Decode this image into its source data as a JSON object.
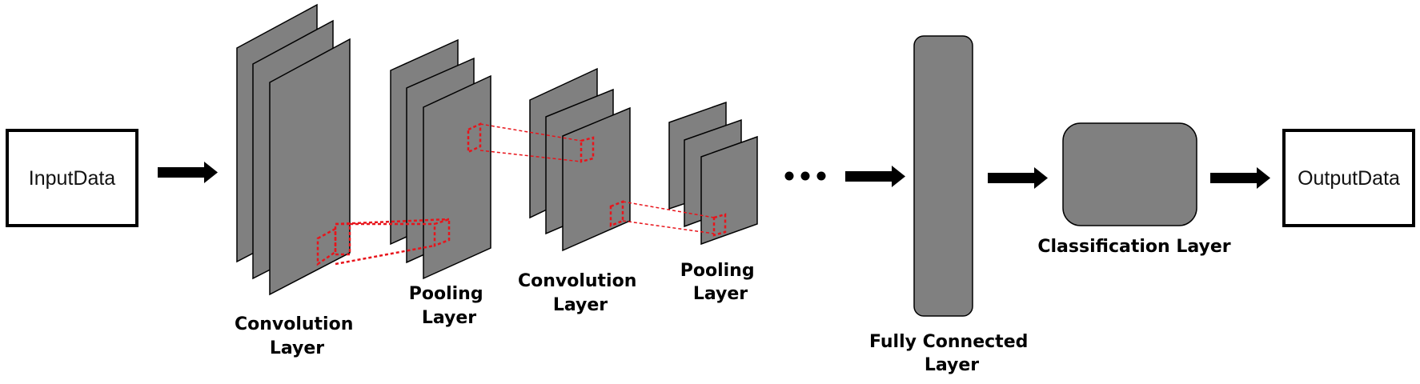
{
  "diagram": {
    "input_label": "InputData",
    "output_label": "OutputData",
    "conv1_label": [
      "Convolution",
      "Layer"
    ],
    "pool1_label": [
      "Pooling",
      "Layer"
    ],
    "conv2_label": [
      "Convolution",
      "Layer"
    ],
    "pool2_label": [
      "Pooling",
      "Layer"
    ],
    "fc_label": [
      "Fully Connected",
      "Layer"
    ],
    "classification_label": "Classification Layer"
  },
  "colors": {
    "layer_fill": "#808080",
    "stroke": "#000000",
    "arrow": "#000000",
    "receptive_field": "#e8141b",
    "io_border": "#000000"
  }
}
